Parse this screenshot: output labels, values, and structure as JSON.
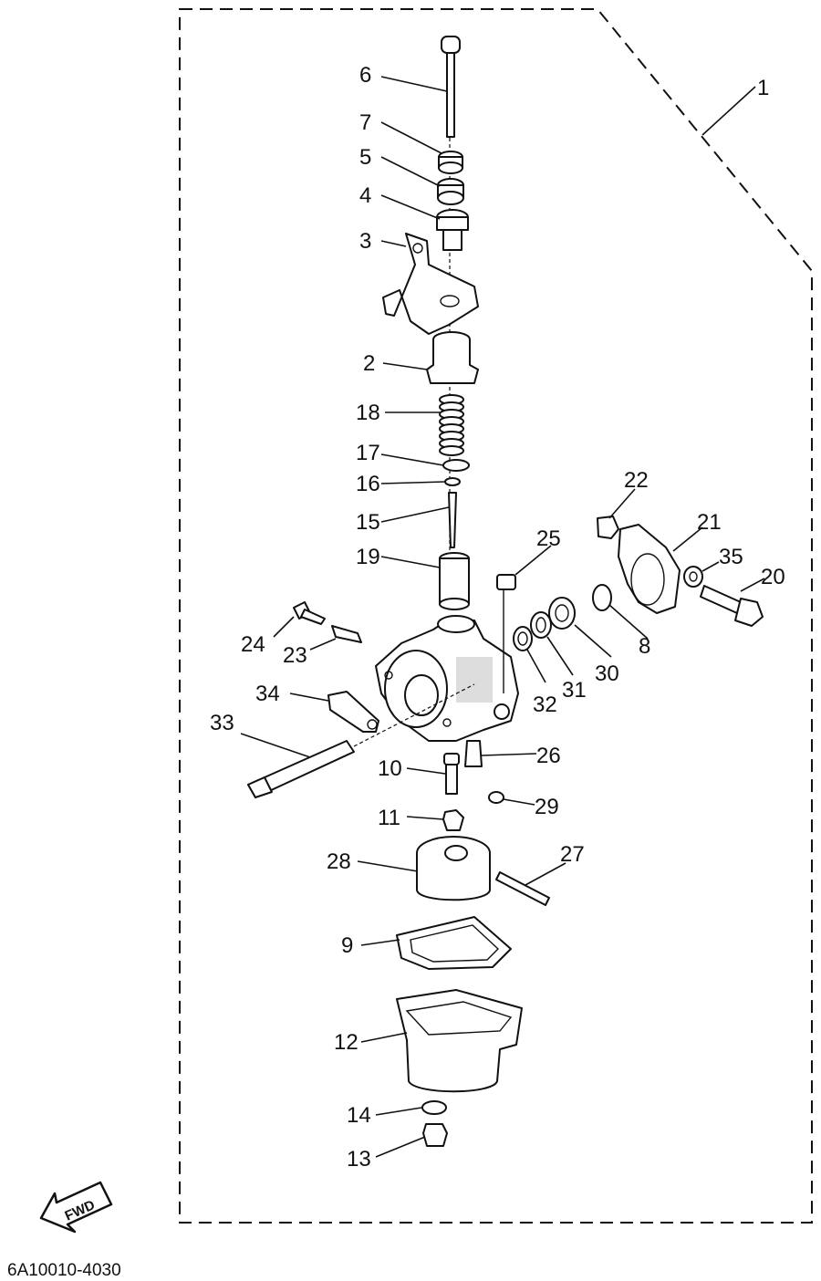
{
  "diagram": {
    "reference_code": "6A10010-4030",
    "forward_marker": "FWD",
    "callouts": [
      "1",
      "2",
      "3",
      "4",
      "5",
      "6",
      "7",
      "8",
      "9",
      "10",
      "11",
      "12",
      "13",
      "14",
      "15",
      "16",
      "17",
      "18",
      "19",
      "20",
      "21",
      "22",
      "23",
      "24",
      "25",
      "26",
      "27",
      "28",
      "29",
      "30",
      "31",
      "32",
      "33",
      "34",
      "35"
    ]
  }
}
